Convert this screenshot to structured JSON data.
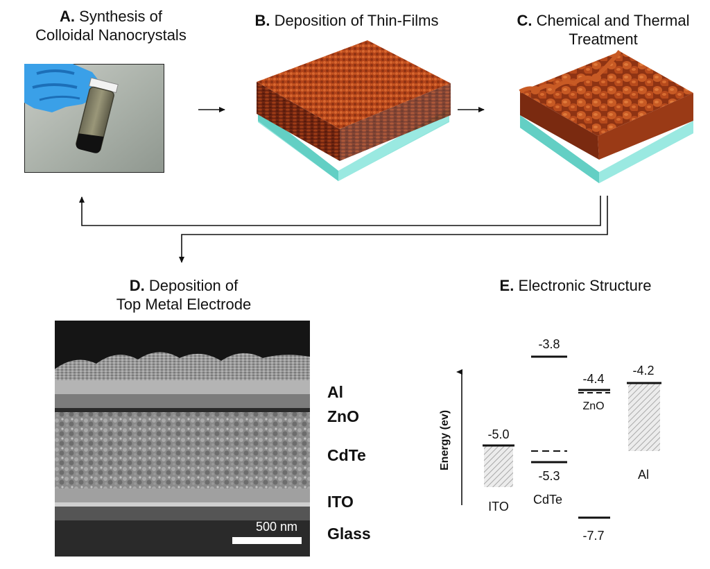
{
  "panels": {
    "a": {
      "letter": "A.",
      "line1": "Synthesis of",
      "line2": "Colloidal Nanocrystals"
    },
    "b": {
      "letter": "B.",
      "line1": "Deposition of Thin-Films"
    },
    "c": {
      "letter": "C.",
      "line1": "Chemical and Thermal",
      "line2": "Treatment"
    },
    "d": {
      "letter": "D.",
      "line1": "Deposition of",
      "line2": "Top Metal Electrode"
    },
    "e": {
      "letter": "E.",
      "line1": "Electronic Structure"
    }
  },
  "sem": {
    "layers": [
      "Al",
      "ZnO",
      "CdTe",
      "ITO",
      "Glass"
    ],
    "scale_bar": "500 nm"
  },
  "energy": {
    "axis_label": "Energy (ev)",
    "materials": [
      "ITO",
      "CdTe",
      "ZnO",
      "Al"
    ],
    "levels": [
      "-5.0",
      "-3.8",
      "-5.3",
      "-4.4",
      "-7.7",
      "-4.2"
    ]
  },
  "colors": {
    "nanocrystal_film": "#b4451a",
    "glass_substrate": "#7fe0d6",
    "glove": "#3aa0e8"
  }
}
